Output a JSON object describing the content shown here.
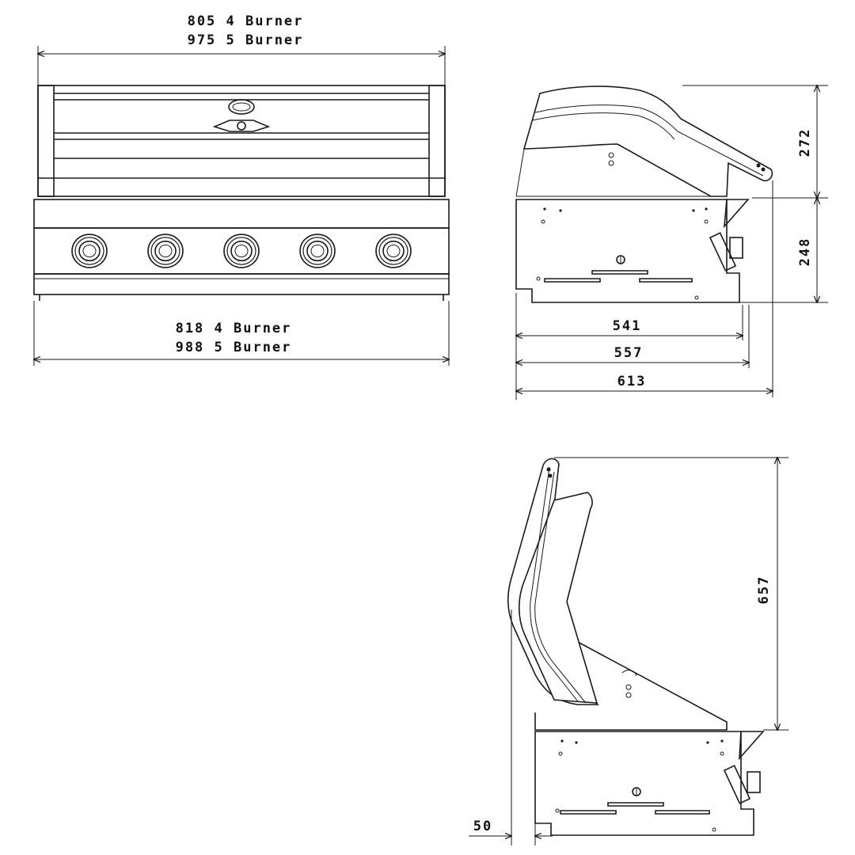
{
  "front_view": {
    "top_width_4": "805 4 Burner",
    "top_width_5": "975 5 Burner",
    "bottom_width_4": "818 4 Burner",
    "bottom_width_5": "988 5 Burner",
    "knob_count": 5
  },
  "side_view_closed": {
    "hood_height": "272",
    "body_height": "248",
    "depth_inner": "541",
    "depth_mid": "557",
    "depth_total": "613"
  },
  "side_view_open": {
    "open_height": "657",
    "rear_clearance": "50"
  },
  "colors": {
    "line": "#1a1a1a",
    "background": "#ffffff"
  }
}
